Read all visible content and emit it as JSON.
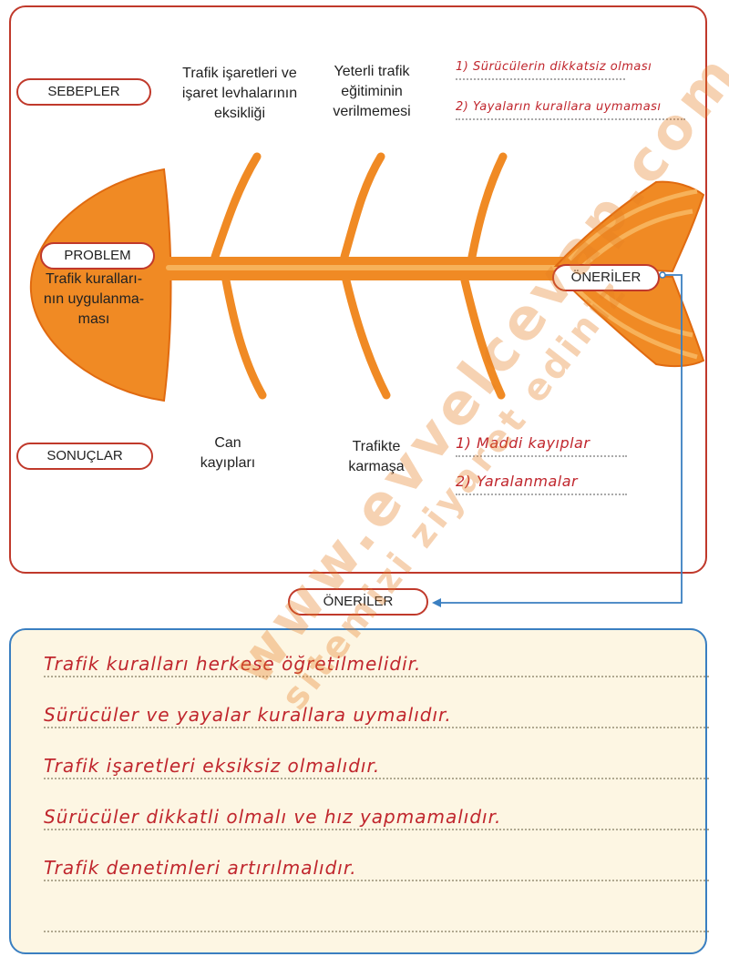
{
  "pills": {
    "causes": "SEBEPLER",
    "problem": "PROBLEM",
    "suggestions_tail": "ÖNERİLER",
    "results": "SONUÇLAR",
    "suggestions_bottom": "ÖNERİLER"
  },
  "problem_text": [
    "Trafik kuralları-",
    "nın uygulanma-",
    "ması"
  ],
  "causes": {
    "cause1": [
      "Trafik işaretleri ve",
      "işaret levhalarının",
      "eksikliği"
    ],
    "cause2": [
      "Yeterli trafik",
      "eğitiminin",
      "verilmemesi"
    ],
    "handwritten": [
      "1) Sürücülerin dikkatsiz olması",
      "2) Yayaların kurallara uymaması"
    ]
  },
  "results": {
    "result1": [
      "Can",
      "kayıpları"
    ],
    "result2": [
      "Trafikte",
      "karmaşa"
    ],
    "handwritten": [
      "1) Maddi kayıplar",
      "2) Yaralanmalar"
    ]
  },
  "suggestions": [
    "Trafik kuralları herkese öğretilmelidir.",
    "Sürücüler ve yayalar kurallara uymalıdır.",
    "Trafik işaretleri eksiksiz olmalıdır.",
    "Sürücüler dikkatli olmalı ve hız yapmamalıdır.",
    "Trafik denetimleri artırılmalıdır.",
    ""
  ],
  "watermark": {
    "line1": "www.evvelcevap.com",
    "line2": "sitemizi ziyaret ediniz"
  },
  "colors": {
    "fish_orange": "#f08a24",
    "fish_light": "#f7b25a",
    "frame_red": "#c0392b",
    "handwriting_red": "#c0262d",
    "arrow_blue": "#3a7fc1",
    "box_cream": "#fdf6e3"
  }
}
